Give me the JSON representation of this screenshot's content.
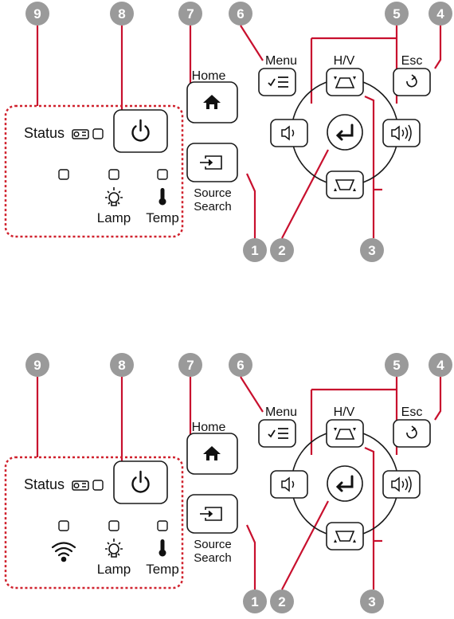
{
  "colors": {
    "callout": "#9a9a9a",
    "leader": "#c8102e",
    "dashed_border": "#d0222e",
    "button_border": "#1a1a1a",
    "text": "#111111"
  },
  "panels": [
    {
      "id": "panel-top",
      "wifi_indicator": false,
      "callouts": {
        "n9": "9",
        "n8": "8",
        "n7": "7",
        "n6": "6",
        "n5": "5",
        "n4": "4",
        "n1": "1",
        "n2": "2",
        "n3": "3"
      },
      "labels": {
        "home": "Home",
        "menu": "Menu",
        "hv": "H/V",
        "esc": "Esc",
        "status": "Status",
        "source": "Source",
        "search": "Search",
        "lamp": "Lamp",
        "temp": "Temp"
      },
      "icons": [
        "home-icon",
        "source-search-icon",
        "power-icon",
        "menu-icon",
        "keystone-up-icon",
        "keystone-down-icon",
        "esc-return-icon",
        "volume-down-icon",
        "volume-up-icon",
        "enter-icon",
        "projector-icon",
        "lamp-icon",
        "thermometer-icon"
      ]
    },
    {
      "id": "panel-bottom",
      "wifi_indicator": true,
      "callouts": {
        "n9": "9",
        "n8": "8",
        "n7": "7",
        "n6": "6",
        "n5": "5",
        "n4": "4",
        "n1": "1",
        "n2": "2",
        "n3": "3"
      },
      "labels": {
        "home": "Home",
        "menu": "Menu",
        "hv": "H/V",
        "esc": "Esc",
        "status": "Status",
        "source": "Source",
        "search": "Search",
        "lamp": "Lamp",
        "temp": "Temp"
      },
      "icons": [
        "home-icon",
        "source-search-icon",
        "power-icon",
        "menu-icon",
        "keystone-up-icon",
        "keystone-down-icon",
        "esc-return-icon",
        "volume-down-icon",
        "volume-up-icon",
        "enter-icon",
        "projector-icon",
        "wifi-icon",
        "lamp-icon",
        "thermometer-icon"
      ]
    }
  ]
}
